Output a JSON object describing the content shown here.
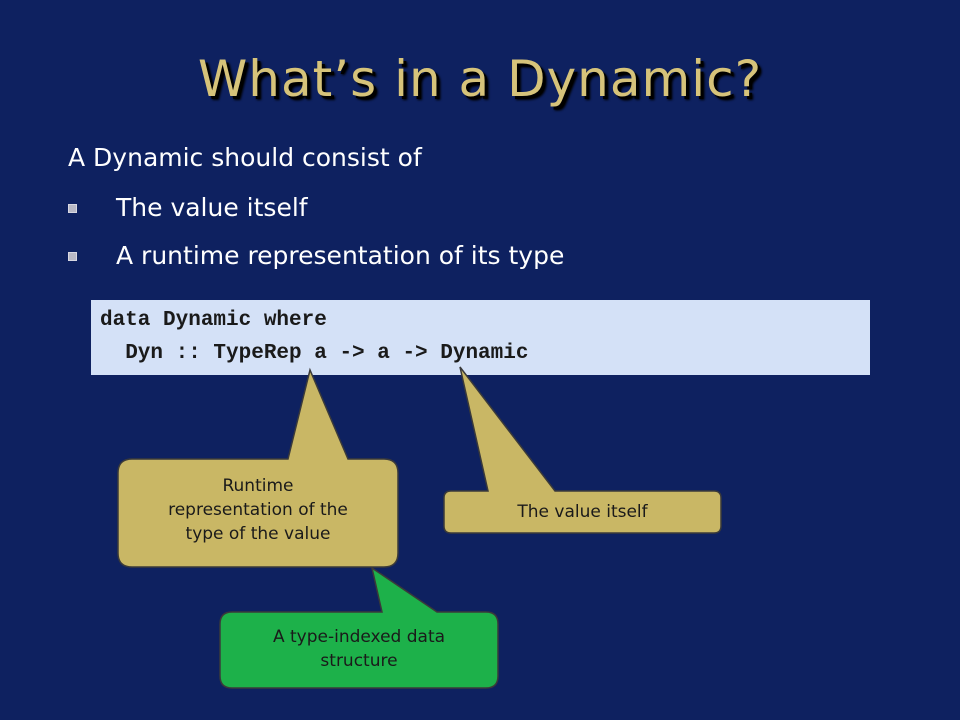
{
  "slide": {
    "title": "What’s in a Dynamic?",
    "intro": "A Dynamic should consist of",
    "bullets": [
      "The value itself",
      "A runtime representation of its type"
    ]
  },
  "code": {
    "line1": "data Dynamic where",
    "line2": "  Dyn :: TypeRep a -> a -> Dynamic"
  },
  "callouts": {
    "runtime_rep": {
      "line1": "Runtime",
      "line2": "representation of the",
      "line3": "type of the value"
    },
    "value_itself": "The value itself",
    "type_indexed": {
      "line1": "A type-indexed data",
      "line2": "structure"
    }
  },
  "colors": {
    "background": "#0e2160",
    "title": "#d6c37a",
    "code_bg": "#d4e1f7",
    "callout_tan": "#c9b765",
    "callout_green": "#1db14a"
  }
}
